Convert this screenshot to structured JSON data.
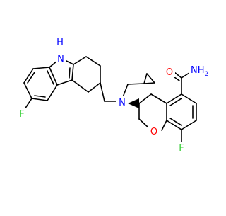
{
  "colors": {
    "background": "#ffffff",
    "bond": "#000000",
    "nitrogen": "#0000ff",
    "oxygen": "#ff0000",
    "fluorine": "#32cd32",
    "carbon_label": "#000000"
  },
  "atoms": {
    "indole_nh": "H",
    "indole_n": "N",
    "amine_n": "N",
    "fluoro_left": "F",
    "fluoro_right": "F",
    "ring_o": "O",
    "amide_o": "O",
    "amide_nh2": "NH",
    "amide_nh2_sub": "2"
  }
}
